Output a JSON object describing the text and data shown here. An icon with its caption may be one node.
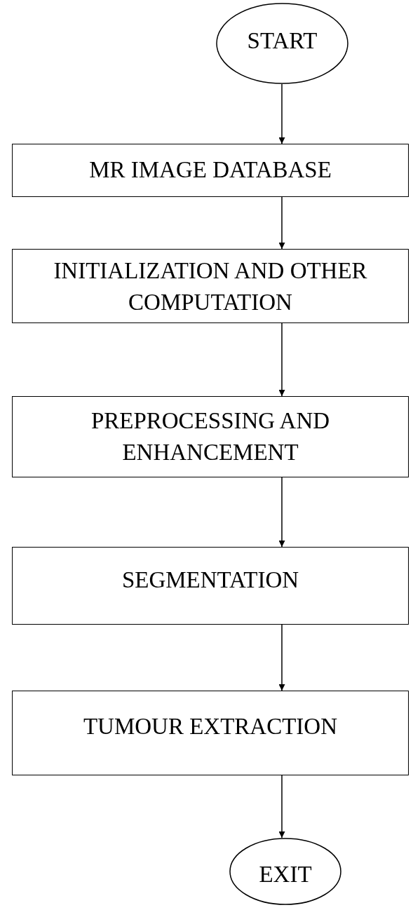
{
  "diagram": {
    "nodes": [
      {
        "text": [
          "START"
        ]
      },
      {
        "text": [
          "MR IMAGE DATABASE"
        ]
      },
      {
        "text": [
          "INITIALIZATION AND OTHER COMPUTATION"
        ]
      },
      {
        "text": [
          "PREPROCESSING AND ENHANCEMENT"
        ]
      },
      {
        "text": [
          "SEGMENTATION"
        ]
      },
      {
        "text": [
          "TUMOUR EXTRACTION"
        ]
      },
      {
        "text": [
          "EXIT"
        ]
      }
    ],
    "edges": [
      {
        "from": 0,
        "to": 1,
        "arrow": "to"
      },
      {
        "from": 1,
        "to": 2,
        "arrow": "to"
      },
      {
        "from": 2,
        "to": 3,
        "arrow": "to"
      },
      {
        "from": 3,
        "to": 4,
        "arrow": "to"
      },
      {
        "from": 4,
        "to": 5,
        "arrow": "to"
      },
      {
        "from": 5,
        "to": 6,
        "arrow": "to"
      }
    ]
  }
}
